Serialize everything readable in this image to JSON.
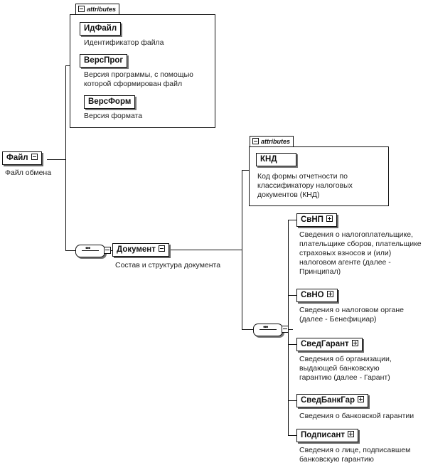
{
  "diagram": {
    "root": {
      "name": "Файл",
      "description": "Файл обмена",
      "expanded": true
    },
    "root_attributes": {
      "tab_label": "attributes",
      "items": [
        {
          "name": "ИдФайл",
          "description": "Идентификатор файла"
        },
        {
          "name": "ВерсПрог",
          "description": "Версия программы, с помощью которой сформирован файл"
        },
        {
          "name": "ВерсФорм",
          "description": "Версия формата"
        }
      ]
    },
    "document": {
      "name": "Документ",
      "description": "Состав и структура документа",
      "expanded": true
    },
    "document_attributes": {
      "tab_label": "attributes",
      "items": [
        {
          "name": "КНД",
          "description": "Код формы отчетности по классификатору налоговых документов (КНД)"
        }
      ]
    },
    "children": [
      {
        "name": "СвНП",
        "description": "Сведения о налогоплательщике, плательщике сборов, плательщике страховых взносов и (или) налоговом агенте (далее - Принципал)",
        "expanded": false
      },
      {
        "name": "СвНО",
        "description": "Сведения о налоговом органе (далее - Бенефициар)",
        "expanded": false
      },
      {
        "name": "СведГарант",
        "description": "Сведения об организации, выдающей банковскую гарантию (далее - Гарант)",
        "expanded": false
      },
      {
        "name": "СведБанкГар",
        "description": "Сведения о банковской гарантии",
        "expanded": false
      },
      {
        "name": "Подписант",
        "description": "Сведения о лице, подписавшем банковскую гарантию",
        "expanded": false
      }
    ]
  }
}
